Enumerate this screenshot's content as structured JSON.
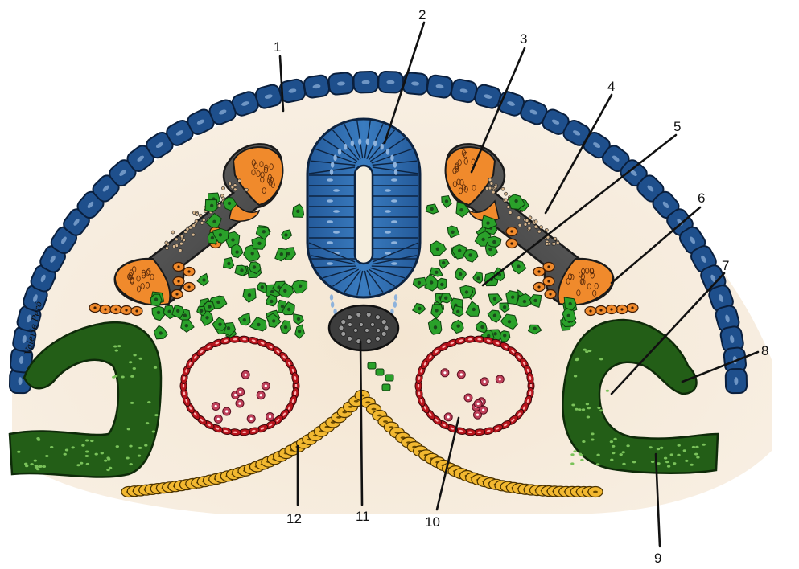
{
  "labels": [
    "1",
    "2",
    "3",
    "4",
    "5",
    "6",
    "7",
    "8",
    "9",
    "10",
    "11",
    "12"
  ],
  "signature": "Valerie Peró",
  "colors": {
    "background": "#f5ebdc",
    "ectoderm": "#1e4f8c",
    "neural_tube": "#2f6fb3",
    "neural_crest": "#f08a2c",
    "somite_core": "#4a4a4a",
    "mesenchyme": "#2aa12a",
    "notochord": "#3a3a3a",
    "dorsal_aorta": "#b8141c",
    "blood_cells": "#c0405a",
    "endoderm": "#f2b830",
    "lateral_mesoderm": "#1f5a15",
    "line": "#111111"
  }
}
